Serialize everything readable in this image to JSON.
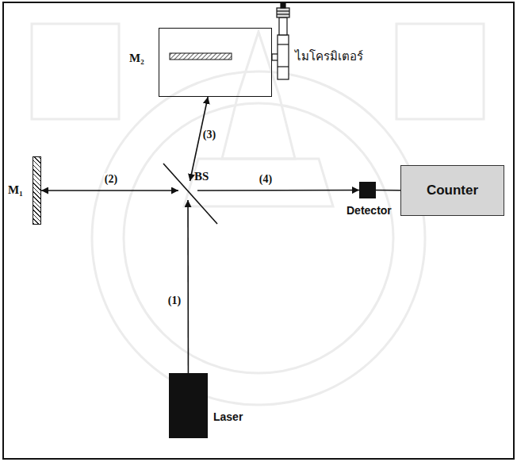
{
  "diagram": {
    "nodes": [
      {
        "text": [
          "Laser"
        ]
      },
      {
        "text": [
          "BS"
        ]
      },
      {
        "text": [
          "M₁"
        ]
      },
      {
        "text": [
          "M₂"
        ]
      },
      {
        "text": [
          "Detector"
        ]
      },
      {
        "text": [
          "Counter"
        ]
      }
    ],
    "edges": [
      {
        "from": 0,
        "to": 1,
        "arrow": "to",
        "label": "(1)"
      },
      {
        "from": 1,
        "to": 2,
        "arrow": "both",
        "label": "(2)"
      },
      {
        "from": 1,
        "to": 3,
        "arrow": "both",
        "label": "(3)"
      },
      {
        "from": 1,
        "to": 4,
        "arrow": "to",
        "label": "(4)"
      },
      {
        "from": 4,
        "to": 5,
        "arrow": "none"
      }
    ],
    "labels": [
      "ไมโครมิเตอร์"
    ]
  }
}
